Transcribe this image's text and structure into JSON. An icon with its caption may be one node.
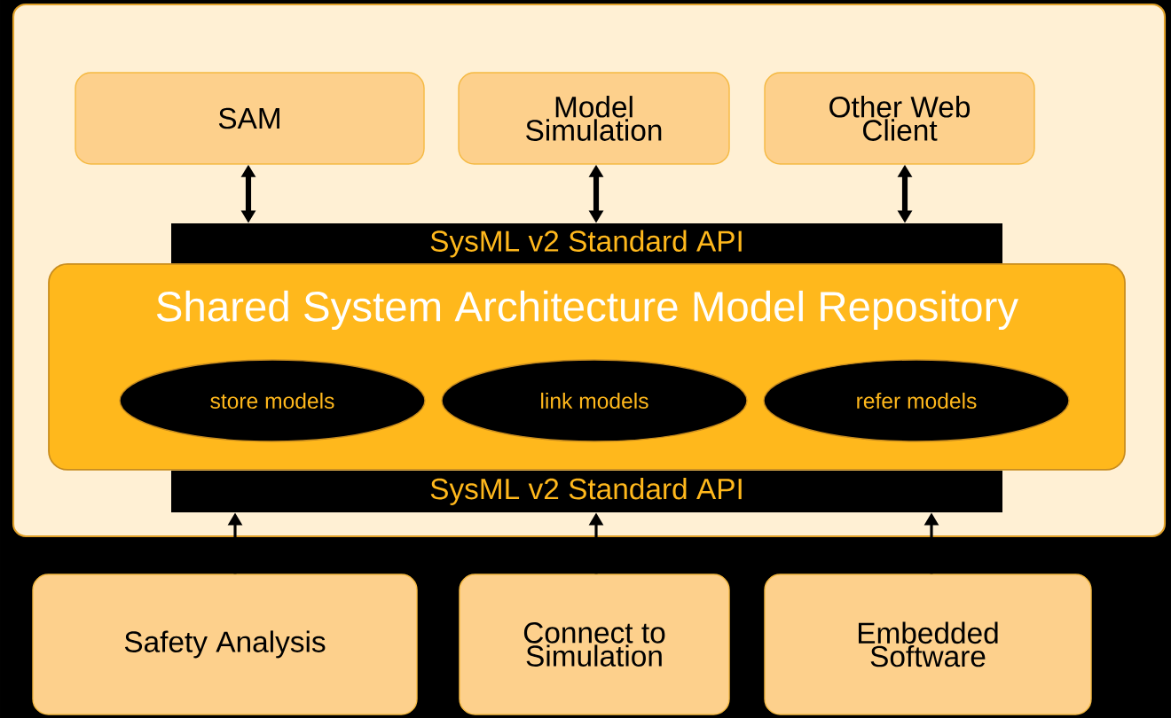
{
  "diagram": {
    "nodes": [
      {
        "text": [],
        "shape": "box"
      },
      {
        "text": [
          "SAM"
        ],
        "in": 0
      },
      {
        "text": [
          "Model Simulation"
        ],
        "in": 0
      },
      {
        "text": [
          "Other Web Client"
        ],
        "in": 0
      },
      {
        "text": [
          "SysML v2 Standard API"
        ],
        "in": 0
      },
      {
        "text": [
          "Shared System Architecture Model Repository"
        ],
        "in": 0
      },
      {
        "text": [
          "store models"
        ],
        "in": 5
      },
      {
        "text": [
          "link models"
        ],
        "in": 5
      },
      {
        "text": [
          "refer models"
        ],
        "in": 5
      },
      {
        "text": [
          "SysML v2 Standard API"
        ],
        "in": 0
      },
      {
        "text": [
          "Safety Analysis"
        ]
      },
      {
        "text": [
          "Connect to Simulation"
        ]
      },
      {
        "text": [
          "Embedded Software"
        ]
      }
    ],
    "edges": [
      {
        "from": 1,
        "to": 4,
        "arrow": "both",
        "style": "thick"
      },
      {
        "from": 2,
        "to": 4,
        "arrow": "both",
        "style": "thick"
      },
      {
        "from": 3,
        "to": 4,
        "arrow": "both",
        "style": "thick"
      },
      {
        "from": 10,
        "to": 9,
        "arrow": "to"
      },
      {
        "from": 11,
        "to": 9,
        "arrow": "to"
      },
      {
        "from": 12,
        "to": 9,
        "arrow": "to"
      }
    ]
  }
}
